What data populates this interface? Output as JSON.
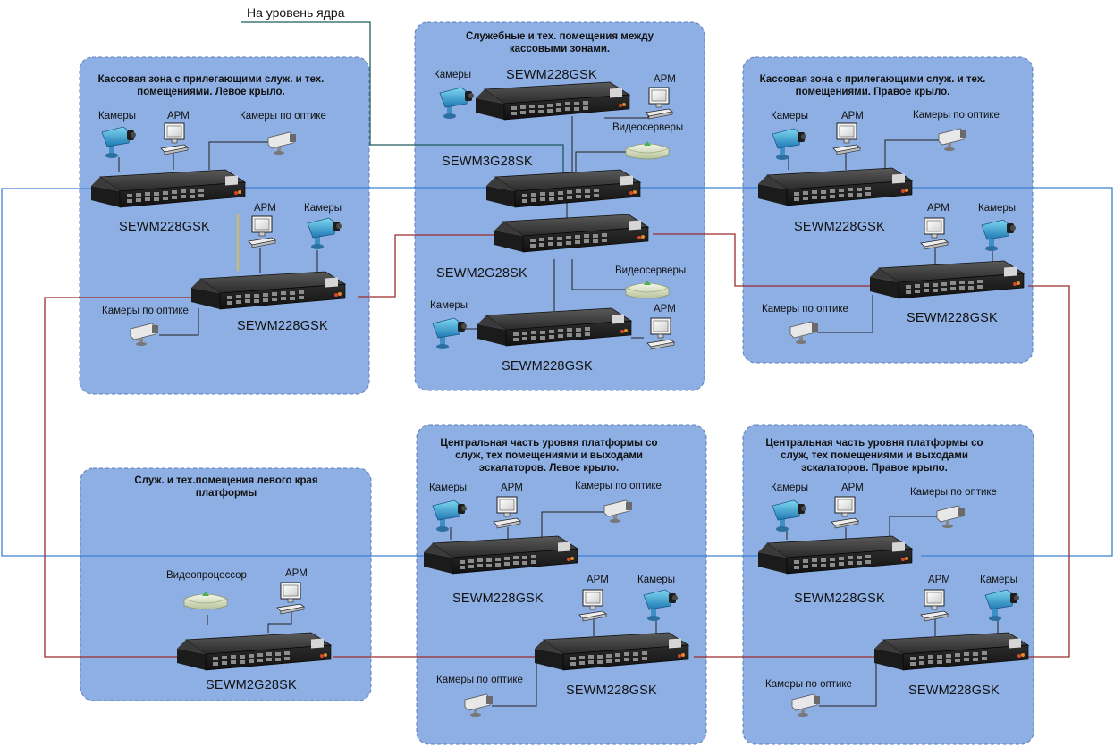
{
  "core_label": "На уровень ядра",
  "colors": {
    "zone_fill": "#8eafe3",
    "zone_border": "#5c7fb8",
    "ring_blue": "#3f7fd0",
    "ring_red": "#9b2c2c",
    "uplink_green": "#1f5a5a",
    "stack_yellow": "#e8c030",
    "link_dark": "#222222"
  },
  "zones": [
    {
      "id": "left-cash",
      "title": "Кассовая зона с прилегающими служ. и тех. помещениями. Левое крыло."
    },
    {
      "id": "center-service",
      "title": "Служебные и тех. помещения между кассовыми зонами."
    },
    {
      "id": "right-cash",
      "title": "Кассовая зона с прилегающими служ. и тех. помещениями. Правое крыло."
    },
    {
      "id": "left-edge",
      "title": "Служ. и тех.помещения левого края платформы"
    },
    {
      "id": "central-left",
      "title": "Центральная часть уровня платформы со служ, тех помещениями и выходами эскалаторов. Левое крыло."
    },
    {
      "id": "central-right",
      "title": "Центральная часть уровня платформы со служ, тех помещениями и выходами эскалаторов. Правое крыло."
    }
  ],
  "switches": [
    {
      "id": "sw-l1",
      "model": "SEWM228GSK"
    },
    {
      "id": "sw-l2",
      "model": "SEWM228GSK"
    },
    {
      "id": "sw-c0",
      "model": "SEWM228GSK"
    },
    {
      "id": "sw-c1",
      "model": "SEWM3G28SK"
    },
    {
      "id": "sw-c2",
      "model": "SEWM2G28SK"
    },
    {
      "id": "sw-c3",
      "model": "SEWM228GSK"
    },
    {
      "id": "sw-r1",
      "model": "SEWM228GSK"
    },
    {
      "id": "sw-r2",
      "model": "SEWM228GSK"
    },
    {
      "id": "sw-le",
      "model": "SEWM2G28SK"
    },
    {
      "id": "sw-cl1",
      "model": "SEWM228GSK"
    },
    {
      "id": "sw-cl2",
      "model": "SEWM228GSK"
    },
    {
      "id": "sw-cr1",
      "model": "SEWM228GSK"
    },
    {
      "id": "sw-cr2",
      "model": "SEWM228GSK"
    }
  ],
  "device_labels": {
    "cameras": "Камеры",
    "workstation": "АРМ",
    "optic_cameras": "Камеры по оптике",
    "video_servers": "Видеосерверы",
    "video_processor": "Видеопроцессор"
  }
}
